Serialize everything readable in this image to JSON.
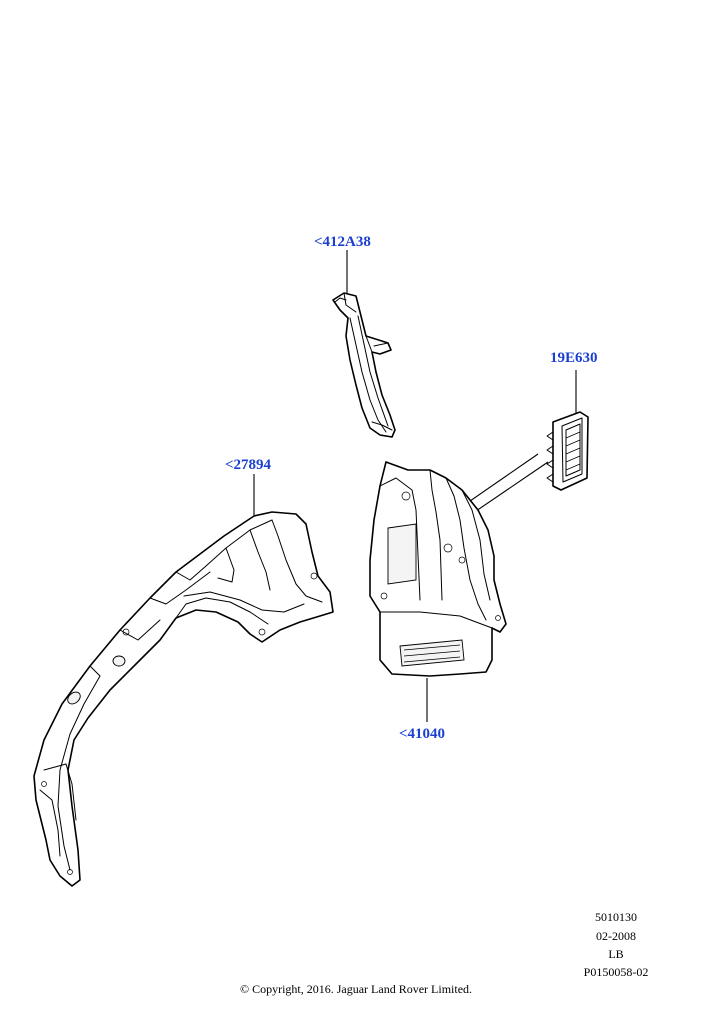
{
  "callouts": [
    {
      "id": "part-412a38",
      "label": "<412A38"
    },
    {
      "id": "part-19e630",
      "label": "19E630"
    },
    {
      "id": "part-27894",
      "label": "<27894"
    },
    {
      "id": "part-41040",
      "label": "<41040"
    }
  ],
  "drawing_info": {
    "code": "5010130",
    "date": "02-2008",
    "market": "LB",
    "illustration_id": "P0150058-02"
  },
  "copyright": "© Copyright, 2016. Jaguar Land Rover Limited."
}
